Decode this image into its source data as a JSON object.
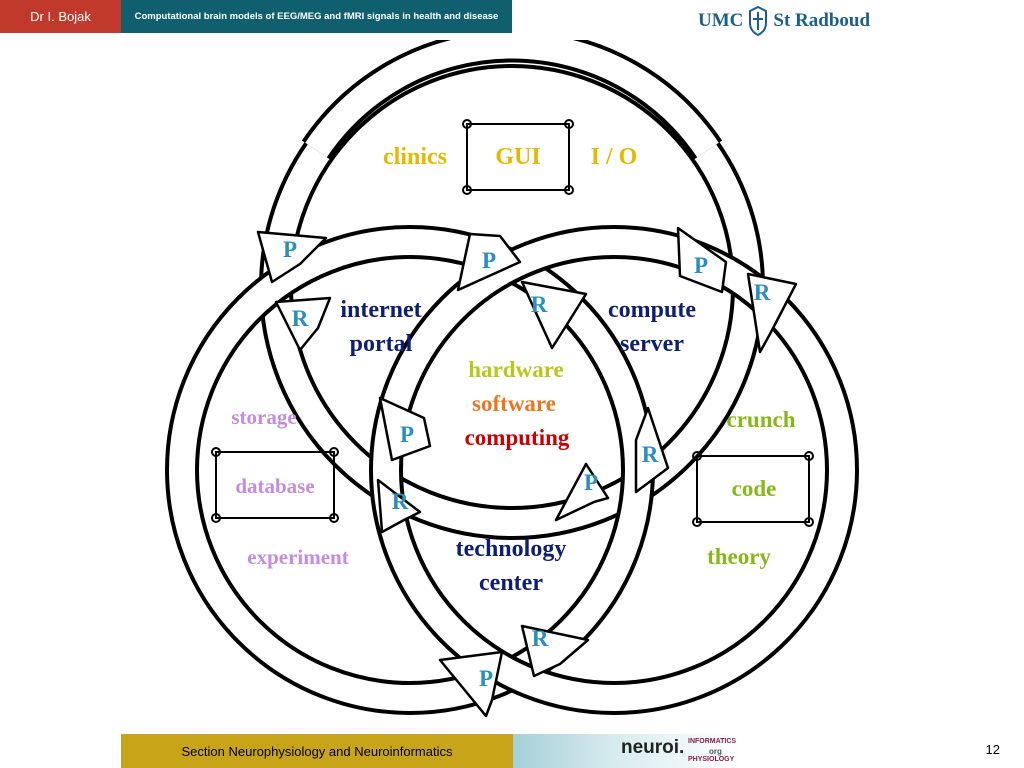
{
  "header": {
    "author": "Dr I. Bojak",
    "title": "Computational brain models of EEG/MEG and fMRI signals in health and disease",
    "logo_left": "UMC",
    "logo_right": "St Radboud"
  },
  "diagram": {
    "top_labels": {
      "clinics": "clinics",
      "gui": "GUI",
      "io": "I / O"
    },
    "left_labels": {
      "storage": "storage",
      "database": "database",
      "experiment": "experiment"
    },
    "right_labels": {
      "crunch": "crunch",
      "code": "code",
      "theory": "theory"
    },
    "center_labels": {
      "hardware": "hardware",
      "software": "software",
      "computing": "computing"
    },
    "nodes": {
      "internet": "internet",
      "portal": "portal",
      "compute": "compute",
      "server": "server",
      "technology": "technology",
      "center": "center"
    },
    "arrow_p": "P",
    "arrow_r": "R",
    "colors": {
      "yellow": "#e6b800",
      "lilac": "#c58be0",
      "green": "#88b818",
      "navy": "#0d1f6e",
      "orange": "#e87722",
      "red": "#cc0000",
      "cyan": "#2a8fc0"
    }
  },
  "footer": {
    "section": "Section Neurophysiology and Neuroinformatics",
    "logo_main": "neuroi.",
    "logo_informatics": "INFORMATICS",
    "logo_org": "org",
    "logo_physiology": "PHYSIOLOGY",
    "page_number": "12"
  }
}
